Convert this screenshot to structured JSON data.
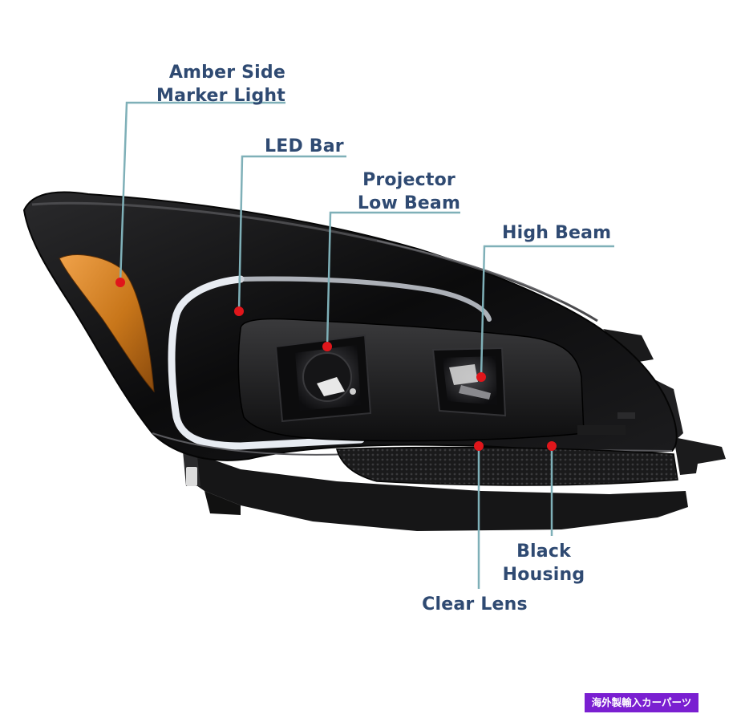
{
  "callouts": {
    "amber_side_marker": {
      "line1": "Amber Side",
      "line2": "Marker Light"
    },
    "led_bar": {
      "line1": "LED Bar"
    },
    "projector_low_beam": {
      "line1": "Projector",
      "line2": "Low Beam"
    },
    "high_beam": {
      "line1": "High Beam"
    },
    "black_housing": {
      "line1": "Black",
      "line2": "Housing"
    },
    "clear_lens": {
      "line1": "Clear Lens"
    }
  },
  "watermark": {
    "text": "海外製輸入カーパーツ"
  },
  "colors": {
    "label_text": "#2f4a72",
    "leader_line": "#7fb0b8",
    "marker_dot": "#e0161b",
    "housing": "#111111",
    "amber_lens": "#d88a20",
    "watermark_bg": "#7a1fd1"
  }
}
